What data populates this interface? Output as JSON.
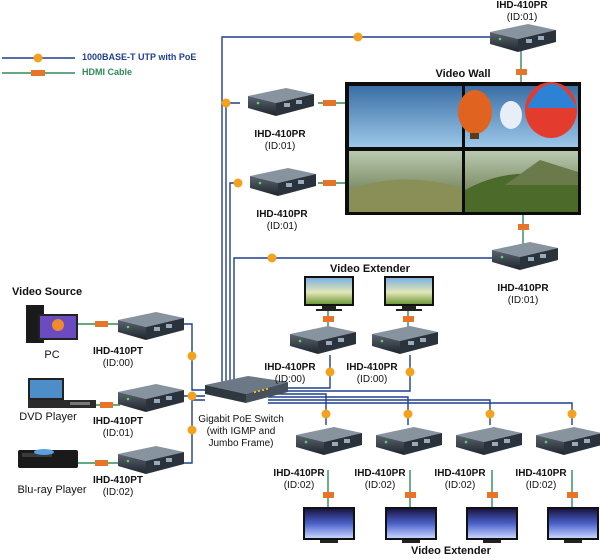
{
  "legend": {
    "utp_label": "1000BASE-T UTP with PoE",
    "hdmi_label": "HDMI Cable"
  },
  "colors": {
    "utp": "#1f3f8f",
    "hdmi": "#2e8b57",
    "poe_dot": "#f2a21e",
    "hdmi_tag": "#e8742a"
  },
  "video_wall": {
    "title": "Video Wall"
  },
  "video_source": {
    "title": "Video Source"
  },
  "extender_top": {
    "title": "Video Extender"
  },
  "extender_bottom": {
    "title": "Video Extender"
  },
  "switch": {
    "label_line1": "Gigabit PoE Switch",
    "label_line2": "(with IGMP and",
    "label_line3": "Jumbo Frame)"
  },
  "sources": [
    {
      "label": "PC"
    },
    {
      "label": "DVD Player"
    },
    {
      "label": "Blu-ray Player"
    }
  ],
  "transmitters": [
    {
      "model": "IHD-410PT",
      "id": "(ID:00)"
    },
    {
      "model": "IHD-410PT",
      "id": "(ID:01)"
    },
    {
      "model": "IHD-410PT",
      "id": "(ID:02)"
    }
  ],
  "wall_receivers": [
    {
      "model": "IHD-410PR",
      "id": "(ID:01)"
    },
    {
      "model": "IHD-410PR",
      "id": "(ID:01)"
    },
    {
      "model": "IHD-410PR",
      "id": "(ID:01)"
    },
    {
      "model": "IHD-410PR",
      "id": "(ID:01)"
    }
  ],
  "mid_receivers": [
    {
      "model": "IHD-410PR",
      "id": "(ID:00)"
    },
    {
      "model": "IHD-410PR",
      "id": "(ID:00)"
    }
  ],
  "bottom_receivers": [
    {
      "model": "IHD-410PR",
      "id": "(ID:02)"
    },
    {
      "model": "IHD-410PR",
      "id": "(ID:02)"
    },
    {
      "model": "IHD-410PR",
      "id": "(ID:02)"
    },
    {
      "model": "IHD-410PR",
      "id": "(ID:02)"
    }
  ]
}
